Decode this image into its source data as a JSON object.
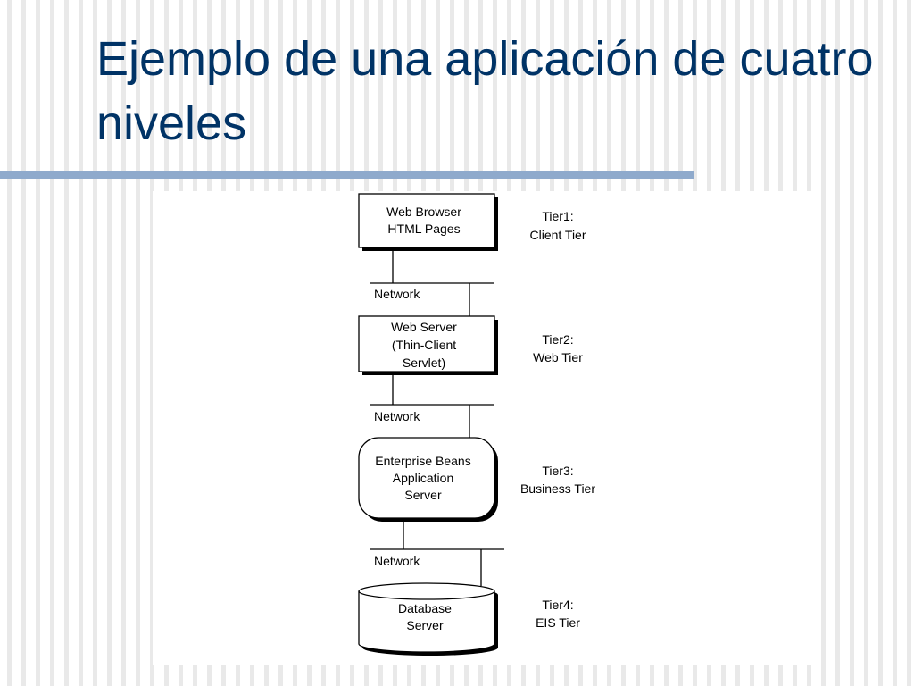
{
  "slide": {
    "title": "Ejemplo de una aplicación de cuatro niveles"
  },
  "diagram": {
    "nodes": [
      {
        "id": "web-browser",
        "lines": [
          "Web Browser",
          "HTML Pages"
        ],
        "tier": [
          "Tier1:",
          "Client Tier"
        ],
        "shape": "rectangle"
      },
      {
        "id": "web-server",
        "lines": [
          "Web Server",
          "(Thin-Client",
          "Servlet)"
        ],
        "tier": [
          "Tier2:",
          "Web Tier"
        ],
        "shape": "rectangle"
      },
      {
        "id": "app-server",
        "lines": [
          "Enterprise Beans",
          "Application",
          "Server"
        ],
        "tier": [
          "Tier3:",
          "Business Tier"
        ],
        "shape": "rounded-rectangle"
      },
      {
        "id": "db-server",
        "lines": [
          "Database",
          "Server"
        ],
        "tier": [
          "Tier4:",
          "EIS Tier"
        ],
        "shape": "cylinder"
      }
    ],
    "networks": [
      "Network",
      "Network",
      "Network"
    ]
  }
}
